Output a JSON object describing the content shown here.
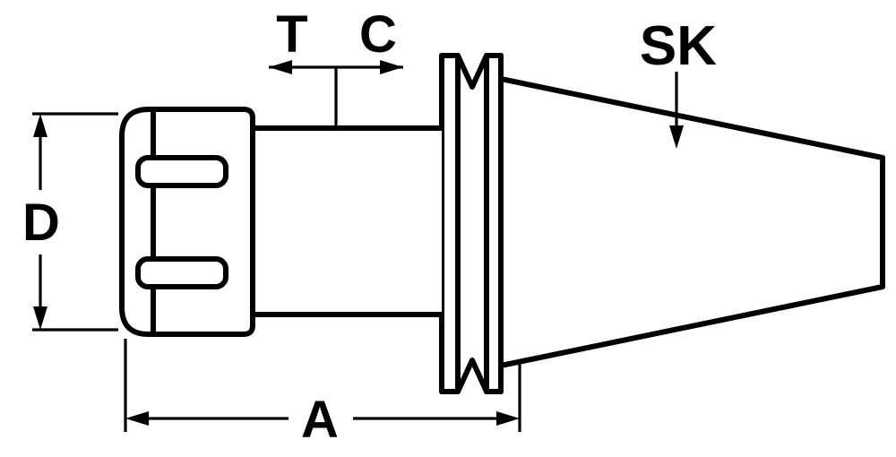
{
  "diagram": {
    "type": "technical-drawing",
    "subject": "collet-chuck-tool-holder-with-sk-taper",
    "colors": {
      "line": "#000000",
      "background": "#ffffff"
    },
    "labels": {
      "tool_length": "T",
      "clamp_length": "C",
      "taper": "SK",
      "diameter": "D",
      "overall_length": "A"
    }
  }
}
